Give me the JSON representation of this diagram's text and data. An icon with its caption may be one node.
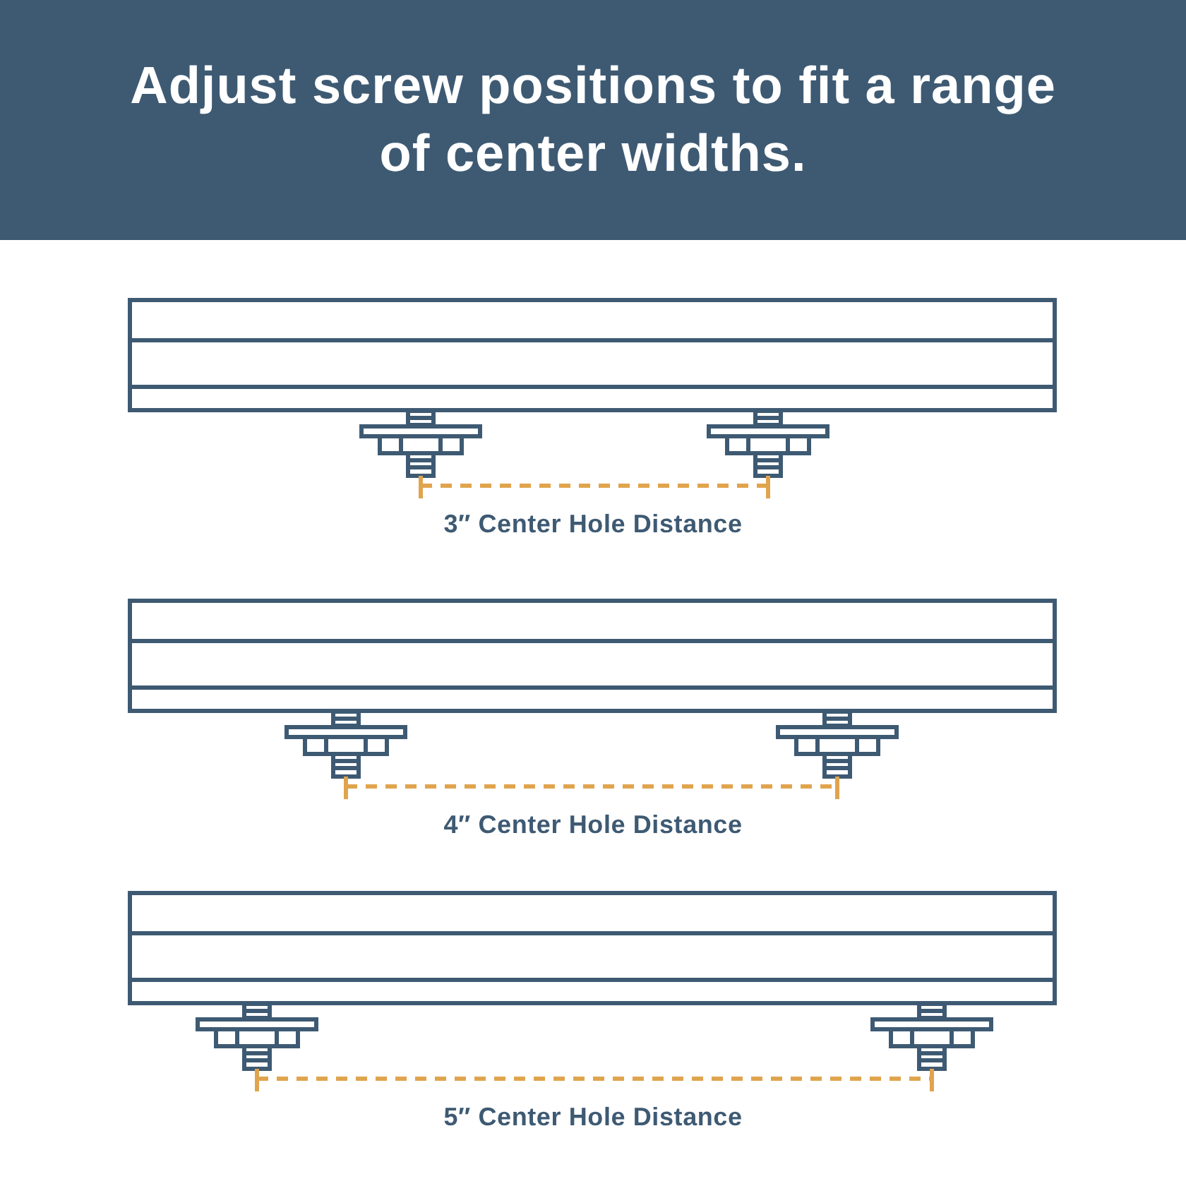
{
  "diagram": {
    "title": "Adjust screw positions to fit a range of center widths.",
    "labels": [
      "3″ Center Hole Distance",
      "4″ Center Hole Distance",
      "5″ Center Hole Distance"
    ]
  }
}
